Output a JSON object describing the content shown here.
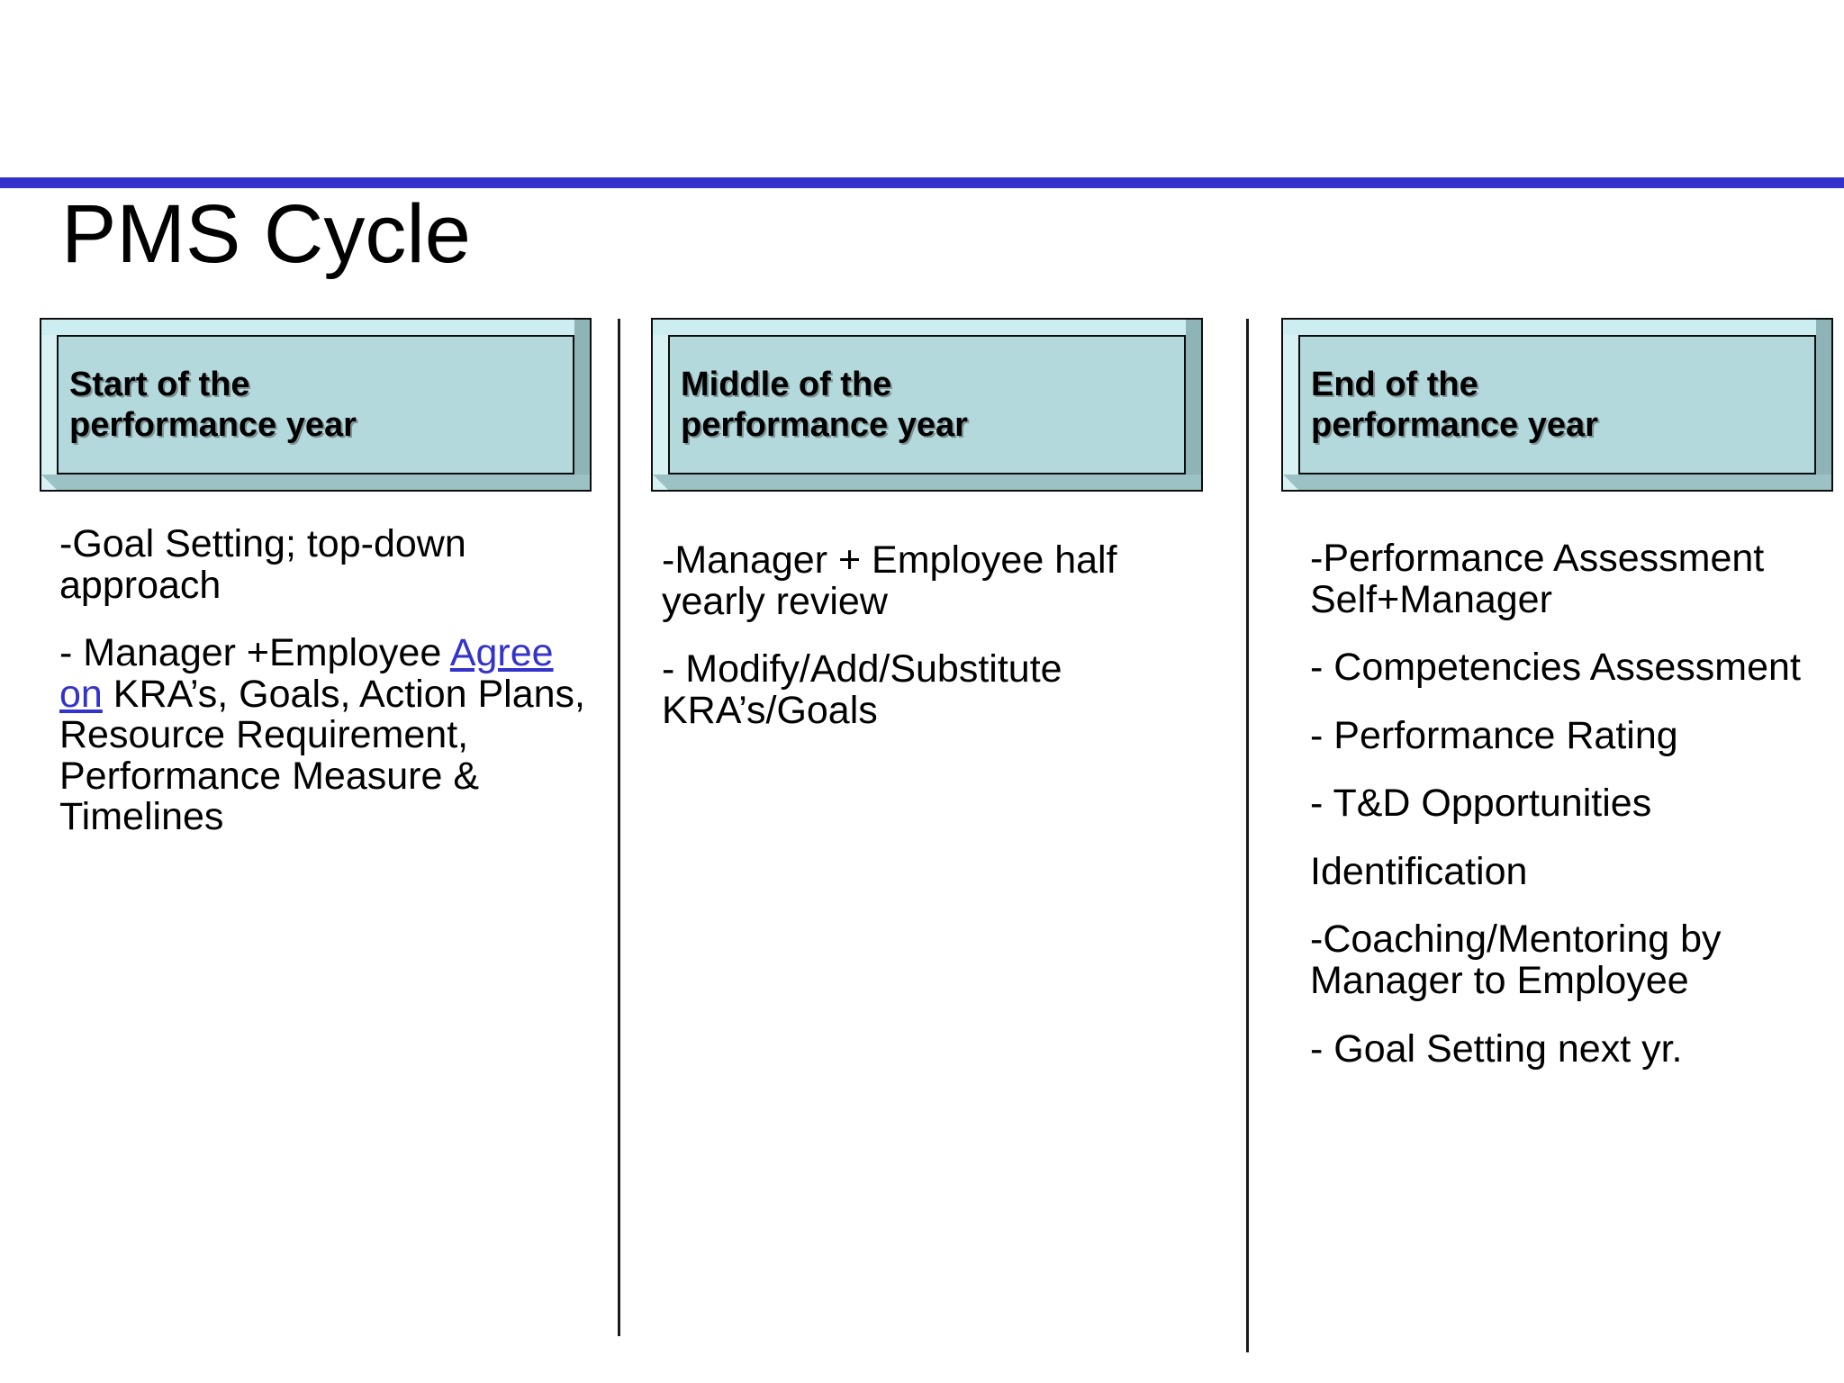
{
  "slide": {
    "title": "PMS Cycle",
    "accent_color": "#3333CC",
    "box_fill_color": "#B3D9DD",
    "box_bevel_light": "#D8F2F4",
    "box_bevel_dark": "#8FB4B8",
    "link_color": "#3333CC",
    "text_color": "#000000"
  },
  "columns": [
    {
      "header": {
        "line1": "Start of the",
        "line2": "performance year"
      },
      "paragraphs": [
        {
          "id": "goal-setting",
          "segments": [
            {
              "text": "-Goal Setting; top-down approach",
              "link": false
            }
          ]
        },
        {
          "id": "manager-employee-agree",
          "segments": [
            {
              "text": "- Manager +Employee ",
              "link": false
            },
            {
              "text": "Agree on",
              "link": true
            },
            {
              "text": " KRA’s, Goals, Action Plans, Resource Requirement, Performance Measure & Timelines",
              "link": false
            }
          ]
        }
      ]
    },
    {
      "header": {
        "line1": "Middle of the",
        "line2": "performance year"
      },
      "paragraphs": [
        {
          "id": "half-yearly-review",
          "segments": [
            {
              "text": "-Manager + Employee half yearly review",
              "link": false
            }
          ]
        },
        {
          "id": "modify-kras",
          "segments": [
            {
              "text": "- Modify/Add/Substitute KRA’s/Goals",
              "link": false
            }
          ]
        }
      ]
    },
    {
      "header": {
        "line1": "End of the",
        "line2": "performance year"
      },
      "paragraphs": [
        {
          "id": "performance-assessment",
          "segments": [
            {
              "text": "-Performance Assessment Self+Manager",
              "link": false
            }
          ]
        },
        {
          "id": "competencies-assessment",
          "segments": [
            {
              "text": "- Competencies Assessment",
              "link": false
            }
          ]
        },
        {
          "id": "performance-rating",
          "segments": [
            {
              "text": "- Performance Rating",
              "link": false
            }
          ]
        },
        {
          "id": "td-opportunities",
          "segments": [
            {
              "text": "- T&D Opportunities",
              "link": false
            }
          ]
        },
        {
          "id": "identification",
          "segments": [
            {
              "text": "Identification",
              "link": false
            }
          ]
        },
        {
          "id": "coaching-mentoring",
          "segments": [
            {
              "text": "-Coaching/Mentoring by Manager to Employee",
              "link": false
            }
          ]
        },
        {
          "id": "goal-setting-next-year",
          "segments": [
            {
              "text": "- Goal Setting next yr.",
              "link": false
            }
          ]
        }
      ]
    }
  ]
}
